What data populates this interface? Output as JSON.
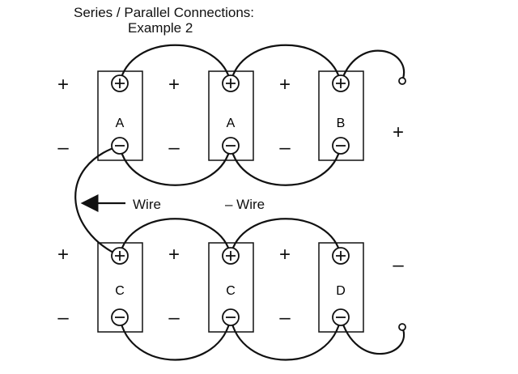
{
  "title": {
    "line1": "Series / Parallel Connections:",
    "line2": "Example 2"
  },
  "symbols": {
    "plus": "+",
    "minus": "–"
  },
  "top_row": {
    "batteries": [
      {
        "label": "A"
      },
      {
        "label": "A"
      },
      {
        "label": "B"
      }
    ]
  },
  "bottom_row": {
    "batteries": [
      {
        "label": "C"
      },
      {
        "label": "C"
      },
      {
        "label": "D"
      }
    ]
  },
  "wires": {
    "left_label": "Wire",
    "middle_label": "– Wire"
  },
  "terminals": {
    "output_positive": "+",
    "output_negative": "–"
  },
  "colors": {
    "stroke": "#111111",
    "background": "#ffffff"
  }
}
